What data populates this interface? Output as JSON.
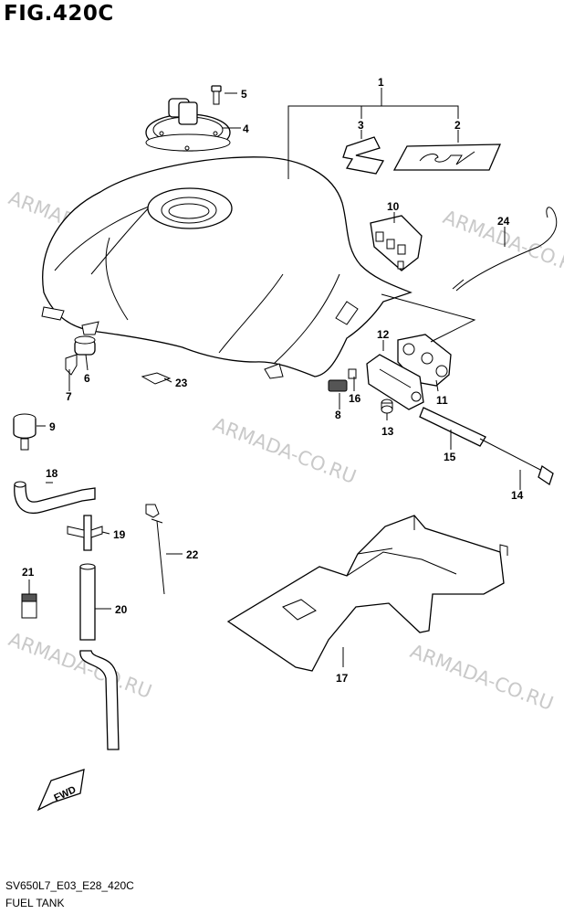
{
  "header": {
    "figure_title": "FIG.420C"
  },
  "footer": {
    "code": "SV650L7_E03_E28_420C",
    "name": "FUEL TANK"
  },
  "watermark": "ARMADA-CO.RU",
  "fwd_label": "FWD",
  "callouts": {
    "n1": "1",
    "n2": "2",
    "n3": "3",
    "n4": "4",
    "n5": "5",
    "n6": "6",
    "n7": "7",
    "n8": "8",
    "n9": "9",
    "n10": "10",
    "n11": "11",
    "n12": "12",
    "n13": "13",
    "n14": "14",
    "n15": "15",
    "n16": "16",
    "n17": "17",
    "n18": "18",
    "n19": "19",
    "n20": "20",
    "n21": "21",
    "n22": "22",
    "n23": "23",
    "n24": "24"
  }
}
